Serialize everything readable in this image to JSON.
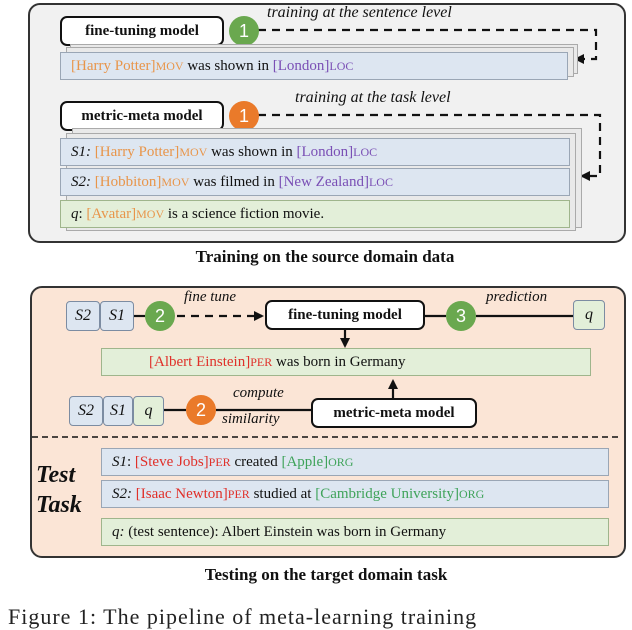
{
  "train": {
    "ft_model": "fine-tuning model",
    "ft_step": "1",
    "ft_note": "training at the sentence level",
    "ft_sentence": {
      "ent1": "[Harry Potter]",
      "tag1": "MOV",
      "mid": " was shown in ",
      "ent2": "[London]",
      "tag2": "LOC"
    },
    "mm_model": "metric-meta model",
    "mm_step": "1",
    "mm_note": "training at the task level",
    "s1": {
      "label": "S1:",
      "ent1": "[Harry Potter]",
      "tag1": "MOV",
      "mid": " was shown in ",
      "ent2": "[London]",
      "tag2": "LOC"
    },
    "s2": {
      "label": "S2:",
      "ent1": "[Hobbiton]",
      "tag1": "MOV",
      "mid": " was filmed in ",
      "ent2": "[New Zealand]",
      "tag2": "LOC"
    },
    "q": {
      "label": "q",
      "sep": ":",
      "ent1": "[Avatar]",
      "tag1": "MOV",
      "rest": " is a science fiction movie."
    },
    "caption": "Training on the source domain data"
  },
  "test": {
    "top_s2": "S2",
    "top_s1": "S1",
    "step_fine": "2",
    "fine_tune": "fine tune",
    "ft_model": "fine-tuning model",
    "step_pred": "3",
    "prediction": "prediction",
    "q_box": "q",
    "result": {
      "ent": "[Albert Einstein]",
      "tag": "PER",
      "rest": " was born in Germany"
    },
    "bot_s2": "S2",
    "bot_s1": "S1",
    "bot_q": "q",
    "step_sim": "2",
    "compute": "compute",
    "similarity": "similarity",
    "mm_model": "metric-meta model",
    "test_task_1": "Test",
    "test_task_2": "Task",
    "s1": {
      "label": "S1",
      "sep": ":",
      "ent1": "[Steve Jobs]",
      "tag1": "PER",
      "mid": " created ",
      "ent2": "[Apple]",
      "tag2": "ORG"
    },
    "s2": {
      "label": "S2:",
      "ent1": "[Isaac Newton]",
      "tag1": "PER",
      "mid": " studied at ",
      "ent2": "[Cambridge University]",
      "tag2": "ORG"
    },
    "q": {
      "label": "q:",
      "rest": " (test sentence): Albert Einstein was born in Germany"
    },
    "caption": "Testing on the target domain task"
  },
  "footer": {
    "fragment": "Figure 1: The pipeline of meta-learning training"
  },
  "colors": {
    "movie": "#e8954a",
    "location": "#7a4fb5",
    "person": "#e0302a",
    "organization": "#3fa35a",
    "step_green": "#6aa84f",
    "step_orange": "#ea7a2a"
  },
  "icons": [
    "dashed-arrow",
    "solid-arrow",
    "step-circle"
  ]
}
